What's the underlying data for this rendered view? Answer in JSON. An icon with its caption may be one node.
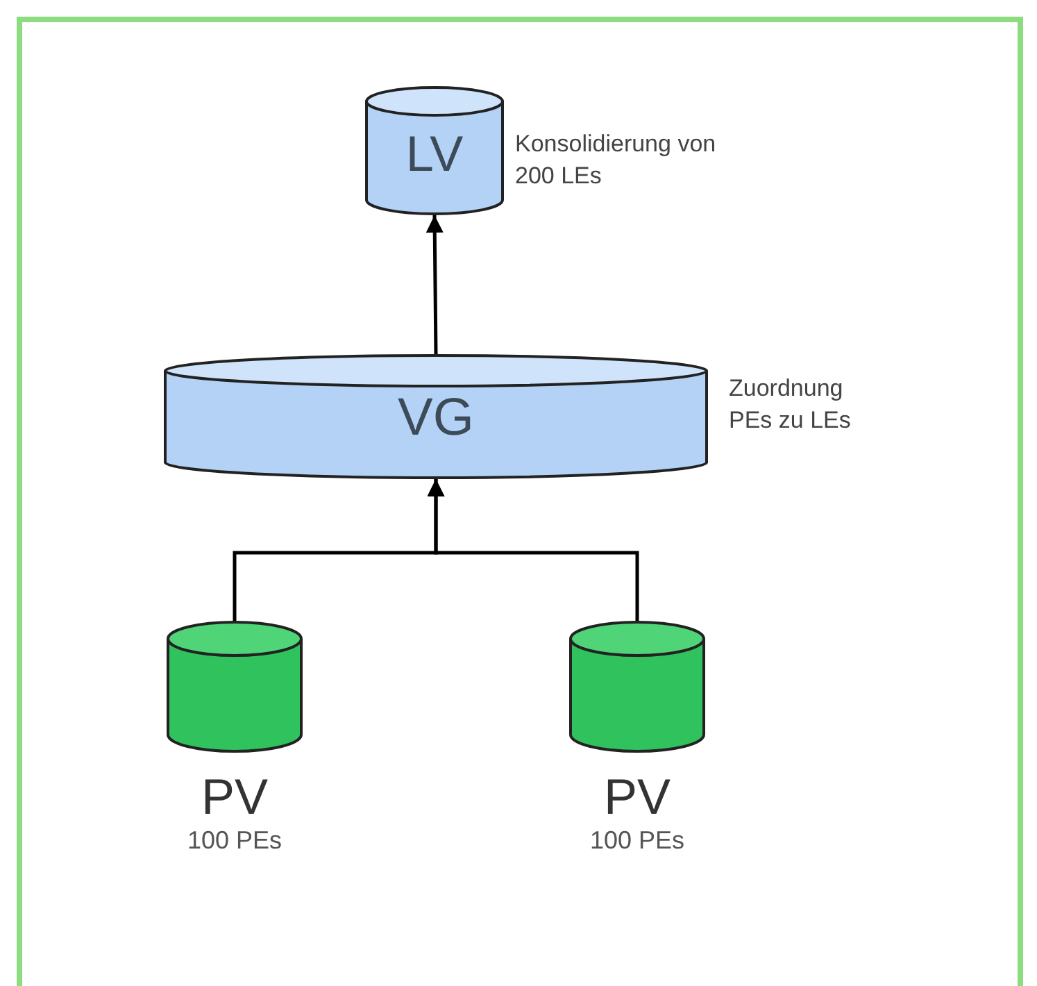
{
  "diagram": {
    "nodes": [
      {
        "text": [
          "LV"
        ],
        "beside": [
          "Konsolidierung von 200 LEs"
        ]
      },
      {
        "text": [
          "VG"
        ],
        "beside": [
          "Zuordnung PEs zu LEs"
        ]
      },
      {
        "text": [
          "PV",
          "100 PEs"
        ]
      },
      {
        "text": [
          "PV",
          "100 PEs"
        ]
      }
    ],
    "edges": [
      {
        "from": 1,
        "to": 0,
        "arrow": "to"
      },
      {
        "from": 2,
        "to": 1,
        "arrow": "to"
      },
      {
        "from": 3,
        "to": 1,
        "arrow": "to"
      }
    ]
  }
}
